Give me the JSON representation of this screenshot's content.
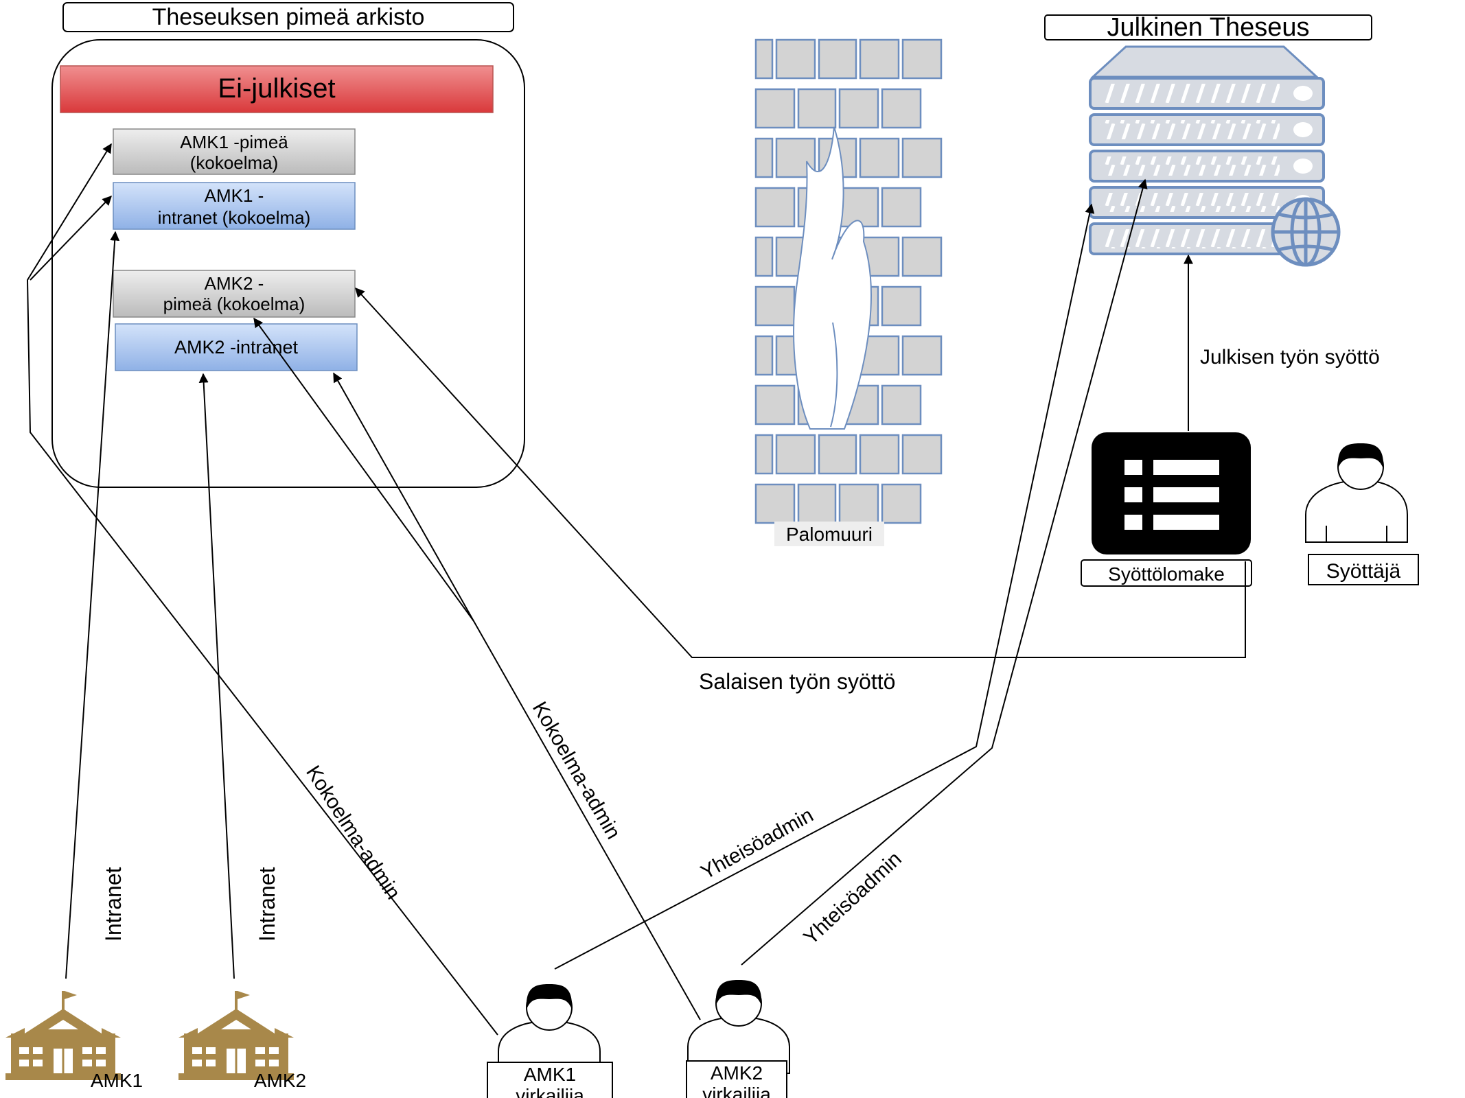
{
  "dark_archive": {
    "title": "Theseuksen pimeä arkisto",
    "header": "Ei-julkiset",
    "collections": [
      [
        "AMK1 -pimeä",
        "(kokoelma)"
      ],
      [
        "AMK1 -",
        "intranet (kokoelma)"
      ],
      [
        "AMK2 -",
        "pimeä (kokoelma)"
      ],
      [
        "AMK2 -intranet"
      ]
    ]
  },
  "firewall": {
    "label": "Palomuuri"
  },
  "public": {
    "title": "Julkinen Theseus",
    "public_input_label": "Julkisen työn syöttö",
    "form_label": "Syöttölomake",
    "submitter_label": "Syöttäjä"
  },
  "edges": {
    "secret_input": "Salaisen työn syöttö",
    "kokoelma_admin_1": "Kokoelma-admin",
    "kokoelma_admin_2": "Kokoelma-admin",
    "yhteisoadmin_1": "Yhteisöadmin",
    "yhteisoadmin_2": "Yhteisöadmin",
    "intranet_1": "Intranet",
    "intranet_2": "Intranet"
  },
  "schools": {
    "amk1": "AMK1",
    "amk2": "AMK2"
  },
  "officers": {
    "amk1": [
      "AMK1",
      "virkailija"
    ],
    "amk2": [
      "AMK2",
      "virkailija"
    ]
  },
  "colors": {
    "red_header": "#e5595c",
    "gray_box": "#cfcfcf",
    "blue_box": "#a9c4ec",
    "server_blue": "#6d8ebf",
    "server_fill": "#d7dbe2",
    "brick_fill": "#d3d3d3",
    "brick_stroke": "#6d8ebf",
    "gold": "#a8884a"
  }
}
